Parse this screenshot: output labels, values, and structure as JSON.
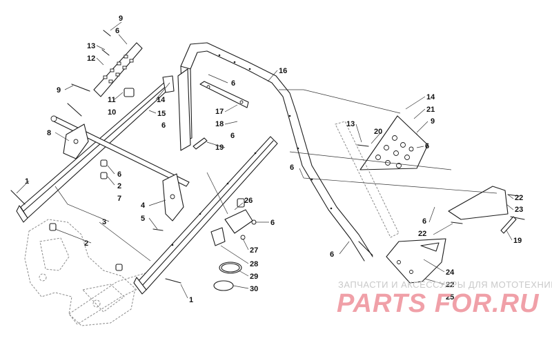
{
  "callouts": [
    {
      "id": "c9a",
      "text": "9"
    },
    {
      "id": "c6a",
      "text": "6"
    },
    {
      "id": "c13a",
      "text": "13"
    },
    {
      "id": "c12",
      "text": "12"
    },
    {
      "id": "c9b",
      "text": "9"
    },
    {
      "id": "c11",
      "text": "11"
    },
    {
      "id": "c10",
      "text": "10"
    },
    {
      "id": "c14a",
      "text": "14"
    },
    {
      "id": "c15",
      "text": "15"
    },
    {
      "id": "c6b",
      "text": "6"
    },
    {
      "id": "c8",
      "text": "8"
    },
    {
      "id": "c6c",
      "text": "6"
    },
    {
      "id": "c2a",
      "text": "2"
    },
    {
      "id": "c7",
      "text": "7"
    },
    {
      "id": "c1a",
      "text": "1"
    },
    {
      "id": "c3",
      "text": "3"
    },
    {
      "id": "c2b",
      "text": "2"
    },
    {
      "id": "c4",
      "text": "4"
    },
    {
      "id": "c5",
      "text": "5"
    },
    {
      "id": "c1b",
      "text": "1"
    },
    {
      "id": "c16",
      "text": "16"
    },
    {
      "id": "c6d",
      "text": "6"
    },
    {
      "id": "c17",
      "text": "17"
    },
    {
      "id": "c18",
      "text": "18"
    },
    {
      "id": "c6e",
      "text": "6"
    },
    {
      "id": "c19a",
      "text": "19"
    },
    {
      "id": "c26",
      "text": "26"
    },
    {
      "id": "c6f",
      "text": "6"
    },
    {
      "id": "c27",
      "text": "27"
    },
    {
      "id": "c28",
      "text": "28"
    },
    {
      "id": "c29",
      "text": "29"
    },
    {
      "id": "c30",
      "text": "30"
    },
    {
      "id": "c14b",
      "text": "14"
    },
    {
      "id": "c21",
      "text": "21"
    },
    {
      "id": "c9c",
      "text": "9"
    },
    {
      "id": "c13b",
      "text": "13"
    },
    {
      "id": "c20",
      "text": "20"
    },
    {
      "id": "c6g",
      "text": "6"
    },
    {
      "id": "c6h",
      "text": "6"
    },
    {
      "id": "c22a",
      "text": "22"
    },
    {
      "id": "c23",
      "text": "23"
    },
    {
      "id": "c6i",
      "text": "6"
    },
    {
      "id": "c22b",
      "text": "22"
    },
    {
      "id": "c19b",
      "text": "19"
    },
    {
      "id": "c6j",
      "text": "6"
    },
    {
      "id": "c24",
      "text": "24"
    },
    {
      "id": "c22c",
      "text": "22"
    },
    {
      "id": "c25",
      "text": "25"
    }
  ],
  "watermark": {
    "tagline": "ЗАПЧАСТИ И АКСЕССУАРЫ ДЛЯ МОТОТЕХНИКИ",
    "logo": "PARTS FOR.RU",
    "logo_color": "#f0a0a8"
  }
}
